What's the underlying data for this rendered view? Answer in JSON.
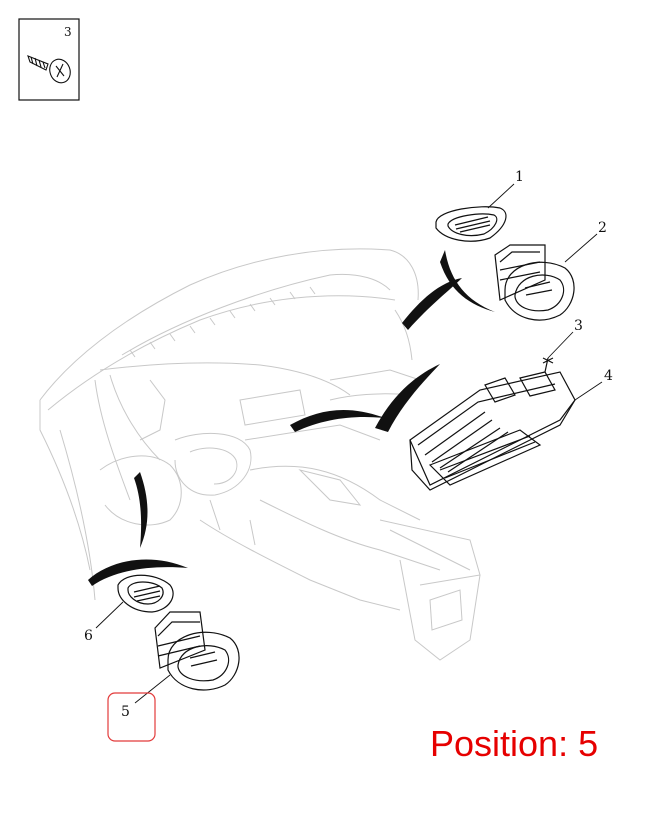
{
  "inset": {
    "label": "3",
    "icon": "screw-icon"
  },
  "callouts": [
    "1",
    "2",
    "3",
    "4",
    "5",
    "6"
  ],
  "position": {
    "prefix": "Position:",
    "value": "5",
    "text": "Position: 5",
    "color": "#e60000"
  },
  "highlight": {
    "callout": "5",
    "color": "#e23b3b"
  },
  "colors": {
    "line": "#111111",
    "ghost": "#c8c8c8"
  }
}
